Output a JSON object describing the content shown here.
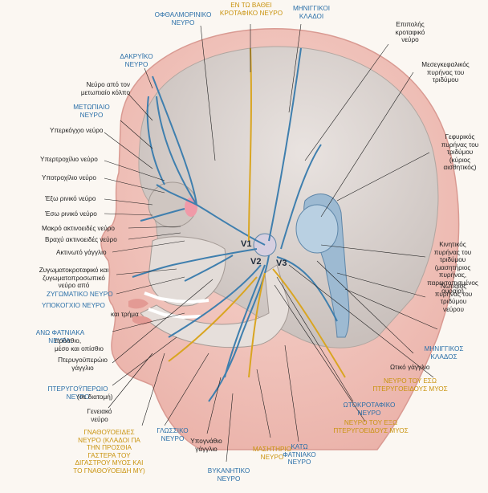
{
  "labels": {
    "l1": "ΟΦΘΑΛΜΟΡΙΝΙΚΟ\nΝΕΥΡΟ",
    "l2": "ΕΝ ΤΩ ΒΑΘΕΙ\nΚΡΟΤΑΦΙΚΟ ΝΕΥΡΟ",
    "l3": "ΜΗΝΙΓΓΙΚΟΙ\nΚΛΑΔΟΙ",
    "l4": "Επιπολής\nκροταφικό\nνεύρο",
    "l5": "Μεσεγκεφαλικός\nπυρήνας του\nτριδύμου",
    "l6": "ΔΑΚΡΥΪΚΟ\nΝΕΥΡΟ",
    "l7": "Νεύρο από τον\nμετωπιαίο κόλπο",
    "l8": "ΜΕΤΩΠΙΑΙΟ\nΝΕΥΡΟ",
    "l9": "Υπερκόγχιο νεύρο",
    "l10": "Γεφυρικός\nπυρήνας του\nτριδύμου\n(κύριος\nαισθητικός)",
    "l11": "Υπερτροχίλιο νεύρο",
    "l12": "Υποτροχίλιο νεύρο",
    "l13": "Έξω ρινικό νεύρο",
    "l14": "Έσω ρινικό νεύρο",
    "l15": "Μακρό ακτινοειδές νεύρο",
    "l16": "Βραχύ ακτινοειδές νεύρο",
    "l17": "Ακτινωτό γάγγλιο",
    "l18": "Κινητικός\nπυρήνας του\nτριδύμου\n(μασητήριος\nπυρήνας,\nπαρεκτοπισμένος\nουραία)",
    "l19": "Ζυγωματοκροταφικό και\nζυγωματοπροσωπικό\nνεύρο από",
    "l20": "ΖΥΓΩΜΑΤΙΚΟ ΝΕΥΡΟ",
    "l21": "ΥΠΟΚΟΓΧΙΟ ΝΕΥΡΟ",
    "l22": "και τρήμα",
    "l23": "Νωτιαίος\nπυρήνας του\nτριδύμου\nνεύρου",
    "l24": "ΑΝΩ ΦΑΤΝΙΑΚΑ\nΝΕΥΡΑ:",
    "l25": "πρόσθιο,\nμέσο και οπίσθιο",
    "l26": "ΜΗΝΙΓΓΙΚΟΣ\nΚΛΑΔΟΣ",
    "l27": "Ωτικό γάγγλιο",
    "l28": "Πτερυγοϋπερώιο\nγάγγλιο",
    "l29": "ΝΕΥΡΟ ΤΟΥ ΕΣΩ\nΠΤΕΡΥΓΟΕΙΔΟΥΣ ΜΥΟΣ",
    "l30": "ΠΤΕΡΥΓΟΫΠΕΡΩΙΟ\nΝΕΥΡΟ",
    "l31": "(σε διατομή)",
    "l32": "ΩΤΟΚΡΟΤΑΦΙΚΟ\nΝΕΥΡΟ",
    "l33": "Γενειακό\nνεύρο",
    "l34": "ΝΕΥΡΟ ΤΟΥ ΕΞΩ\nΠΤΕΡΥΓΟΕΙΔΟΥΣ ΜΥΟΣ",
    "l35": "ΓΝΑΘΟΫΟΕΙΔΕΣ\nΝΕΥΡΟ (ΚΛΑΔΟΙ ΠΑ\nΤΗΝ ΠΡΟΣΘΙΑ\nΓΑΣΤΕΡΑ ΤΟΥ\nΔΙΓΑΣΤΡΟΥ ΜΥΟΣ ΚΑΙ\nΤΟ ΓΝΑΘΟΫΟΕΙΔΗ ΜΥ)",
    "l36": "ΓΛΩΣΣΙΚΟ\nΝΕΥΡΟ",
    "l37": "Υπογνάθιο\nγάγγλιο",
    "l38": "ΜΑΣΗΤΗΡΙΟ\nΝΕΥΡΟ",
    "l39": "ΚΑΤΩ\nΦΑΤΝΙΑΚΟ\nΝΕΥΡΟ",
    "l40": "ΒΥΚΑΝΗΤΙΚΟ\nΝΕΥΡΟ"
  },
  "roman": {
    "v1": "V1",
    "v2": "V2",
    "v3": "V3"
  },
  "colors": {
    "nerve_blue": "#3f7fae",
    "nerve_yellow": "#d9a521",
    "skin": "#f1c6bf",
    "skull": "#ddd6d2",
    "label_blue": "#2a6fa8",
    "label_yellow": "#c9930e"
  }
}
